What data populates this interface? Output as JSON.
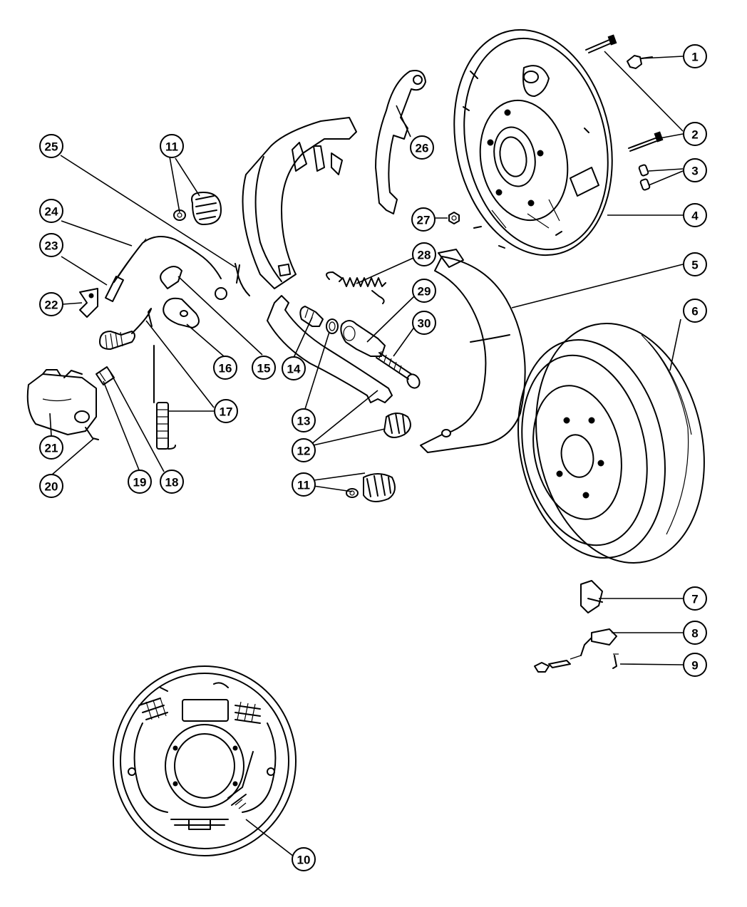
{
  "callouts": [
    {
      "id": "c1",
      "label": "1"
    },
    {
      "id": "c2",
      "label": "2"
    },
    {
      "id": "c3",
      "label": "3"
    },
    {
      "id": "c4",
      "label": "4"
    },
    {
      "id": "c5",
      "label": "5"
    },
    {
      "id": "c6",
      "label": "6"
    },
    {
      "id": "c7",
      "label": "7"
    },
    {
      "id": "c8",
      "label": "8"
    },
    {
      "id": "c9",
      "label": "9"
    },
    {
      "id": "c10",
      "label": "10"
    },
    {
      "id": "c11a",
      "label": "11"
    },
    {
      "id": "c11b",
      "label": "11"
    },
    {
      "id": "c12",
      "label": "12"
    },
    {
      "id": "c13",
      "label": "13"
    },
    {
      "id": "c14",
      "label": "14"
    },
    {
      "id": "c15",
      "label": "15"
    },
    {
      "id": "c16",
      "label": "16"
    },
    {
      "id": "c17",
      "label": "17"
    },
    {
      "id": "c18",
      "label": "18"
    },
    {
      "id": "c19",
      "label": "19"
    },
    {
      "id": "c20",
      "label": "20"
    },
    {
      "id": "c21",
      "label": "21"
    },
    {
      "id": "c22",
      "label": "22"
    },
    {
      "id": "c23",
      "label": "23"
    },
    {
      "id": "c24",
      "label": "24"
    },
    {
      "id": "c25",
      "label": "25"
    },
    {
      "id": "c26",
      "label": "26"
    },
    {
      "id": "c27",
      "label": "27"
    },
    {
      "id": "c28",
      "label": "28"
    },
    {
      "id": "c29",
      "label": "29"
    },
    {
      "id": "c30",
      "label": "30"
    }
  ]
}
